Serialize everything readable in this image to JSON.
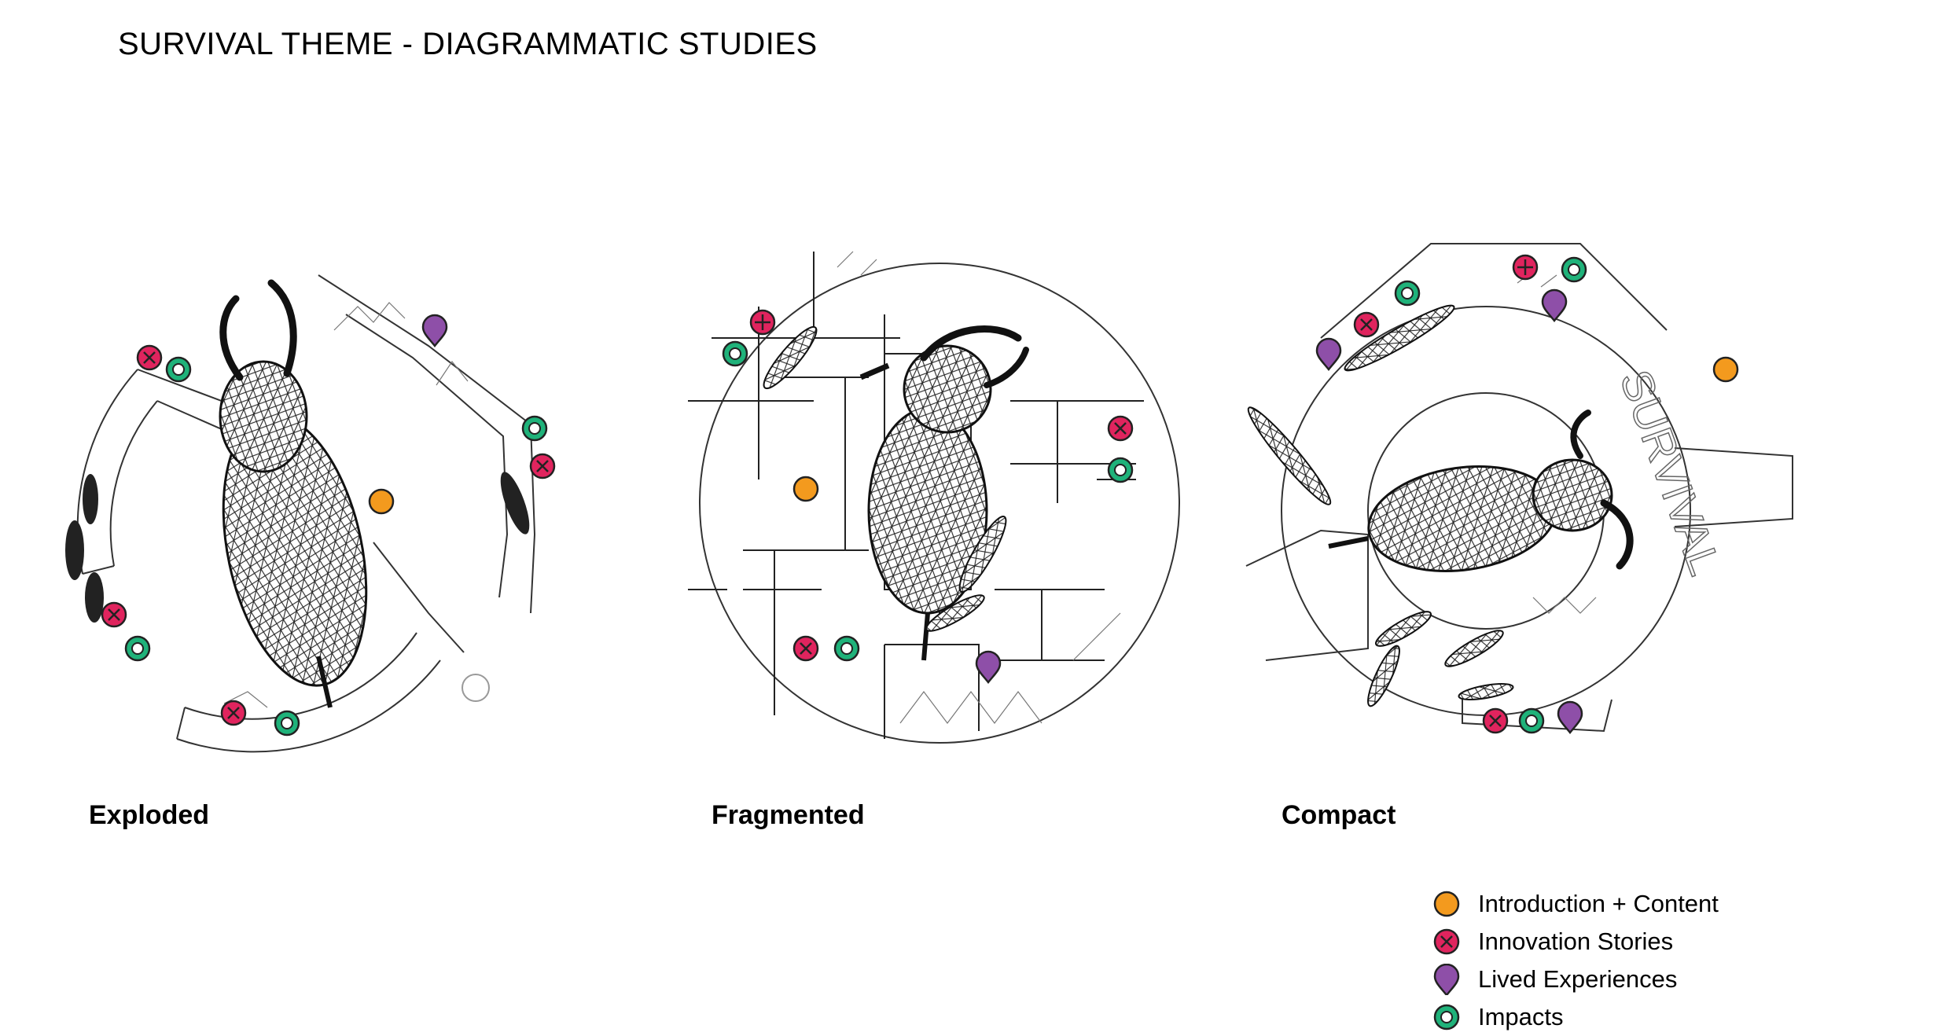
{
  "title": "SURVIVAL THEME - DIAGRAMMATIC STUDIES",
  "diagrams": [
    {
      "label": "Exploded"
    },
    {
      "label": "Fragmented"
    },
    {
      "label": "Compact",
      "ring_text": "SURVIVAL"
    }
  ],
  "legend": [
    {
      "label": "Introduction + Content",
      "icon": "orange-circle-icon",
      "color": "#f39a1e"
    },
    {
      "label": "Innovation Stories",
      "icon": "pink-cross-circle-icon",
      "color": "#e0245e"
    },
    {
      "label": "Lived Experiences",
      "icon": "purple-pin-icon",
      "color": "#8e4fa8"
    },
    {
      "label": "Impacts",
      "icon": "green-ring-icon",
      "color": "#1fb27a"
    }
  ]
}
